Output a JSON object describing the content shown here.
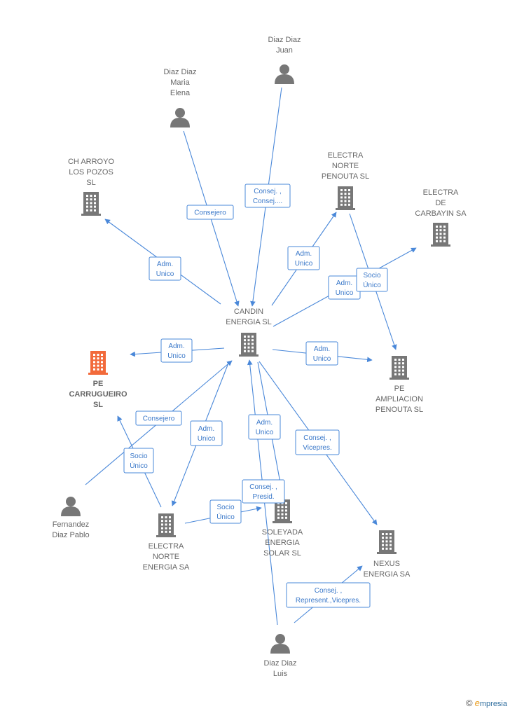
{
  "nodes": [
    {
      "id": "candin",
      "type": "company",
      "lines": [
        "CANDIN",
        "ENERGIA SL"
      ],
      "color": "#777777",
      "focus": false
    },
    {
      "id": "carrugueiro",
      "type": "company",
      "lines": [
        "PE",
        "CARRUGUEIRO",
        "SL"
      ],
      "color": "#f26a3b",
      "focus": true
    },
    {
      "id": "charroyo",
      "type": "company",
      "lines": [
        "CH ARROYO",
        "LOS POZOS",
        "SL"
      ],
      "color": "#777777",
      "focus": false
    },
    {
      "id": "electra_penouta",
      "type": "company",
      "lines": [
        "ELECTRA",
        "NORTE",
        "PENOUTA SL"
      ],
      "color": "#777777",
      "focus": false
    },
    {
      "id": "electra_carbayin",
      "type": "company",
      "lines": [
        "ELECTRA",
        "DE",
        "CARBAYIN SA"
      ],
      "color": "#777777",
      "focus": false
    },
    {
      "id": "pe_ampliacion",
      "type": "company",
      "lines": [
        "PE",
        "AMPLIACION",
        "PENOUTA SL"
      ],
      "color": "#777777",
      "focus": false
    },
    {
      "id": "electra_norte_energia",
      "type": "company",
      "lines": [
        "ELECTRA",
        "NORTE",
        "ENERGIA SA"
      ],
      "color": "#777777",
      "focus": false
    },
    {
      "id": "soleyada",
      "type": "company",
      "lines": [
        "SOLEYADA",
        "ENERGIA",
        "SOLAR SL"
      ],
      "color": "#777777",
      "focus": false
    },
    {
      "id": "nexus",
      "type": "company",
      "lines": [
        "NEXUS",
        "ENERGIA SA"
      ],
      "color": "#777777",
      "focus": false
    },
    {
      "id": "diaz_juan",
      "type": "person",
      "lines": [
        "Diaz Diaz",
        "Juan"
      ],
      "color": "#777777",
      "focus": false
    },
    {
      "id": "diaz_maria",
      "type": "person",
      "lines": [
        "Diaz Diaz",
        "Maria",
        "Elena"
      ],
      "color": "#777777",
      "focus": false
    },
    {
      "id": "fernandez",
      "type": "person",
      "lines": [
        "Fernandez",
        "Diaz Pablo"
      ],
      "color": "#777777",
      "focus": false
    },
    {
      "id": "diaz_luis",
      "type": "person",
      "lines": [
        "Diaz Diaz",
        "Luis"
      ],
      "color": "#777777",
      "focus": false
    }
  ],
  "edges": [
    {
      "id": "e1",
      "from": "diaz_juan",
      "to": "candin",
      "lines": [
        "Consej. ,",
        "Consej...."
      ]
    },
    {
      "id": "e2",
      "from": "diaz_maria",
      "to": "candin",
      "lines": [
        "Consejero"
      ]
    },
    {
      "id": "e3",
      "from": "candin",
      "to": "charroyo",
      "lines": [
        "Adm.",
        "Unico"
      ]
    },
    {
      "id": "e4",
      "from": "candin",
      "to": "electra_penouta",
      "lines": [
        "Adm.",
        "Unico"
      ]
    },
    {
      "id": "e5",
      "from": "candin",
      "to": "electra_carbayin",
      "lines": [
        "Adm.",
        "Unico"
      ]
    },
    {
      "id": "e6",
      "from": "electra_penouta",
      "to": "pe_ampliacion",
      "lines": [
        "Socio",
        "Único"
      ]
    },
    {
      "id": "e7",
      "from": "candin",
      "to": "carrugueiro",
      "lines": [
        "Adm.",
        "Unico"
      ]
    },
    {
      "id": "e8",
      "from": "candin",
      "to": "pe_ampliacion",
      "lines": [
        "Adm.",
        "Unico"
      ]
    },
    {
      "id": "e9",
      "from": "fernandez",
      "to": "candin",
      "lines": [
        "Consejero"
      ]
    },
    {
      "id": "e10",
      "from": "electra_norte_energia",
      "to": "carrugueiro",
      "lines": [
        "Socio",
        "Único"
      ]
    },
    {
      "id": "e11",
      "from": "candin",
      "to": "electra_norte_energia",
      "lines": [
        "Adm.",
        "Unico"
      ]
    },
    {
      "id": "e12",
      "from": "candin",
      "to": "soleyada",
      "lines": [
        "Adm.",
        "Unico"
      ]
    },
    {
      "id": "e13",
      "from": "candin",
      "to": "nexus",
      "lines": [
        "Consej. ,",
        "Vicepres."
      ]
    },
    {
      "id": "e14",
      "from": "electra_norte_energia",
      "to": "soleyada",
      "lines": [
        "Socio",
        "Único"
      ]
    },
    {
      "id": "e15",
      "from": "diaz_luis",
      "to": "candin",
      "lines": [
        "Consej. ,",
        "Presid."
      ]
    },
    {
      "id": "e16",
      "from": "diaz_luis",
      "to": "nexus",
      "lines": [
        "Consej. ,",
        "Represent.,Vicepres."
      ]
    }
  ],
  "watermark": {
    "symbol": "©",
    "brand_initial": "e",
    "brand_rest": "mpresia"
  }
}
